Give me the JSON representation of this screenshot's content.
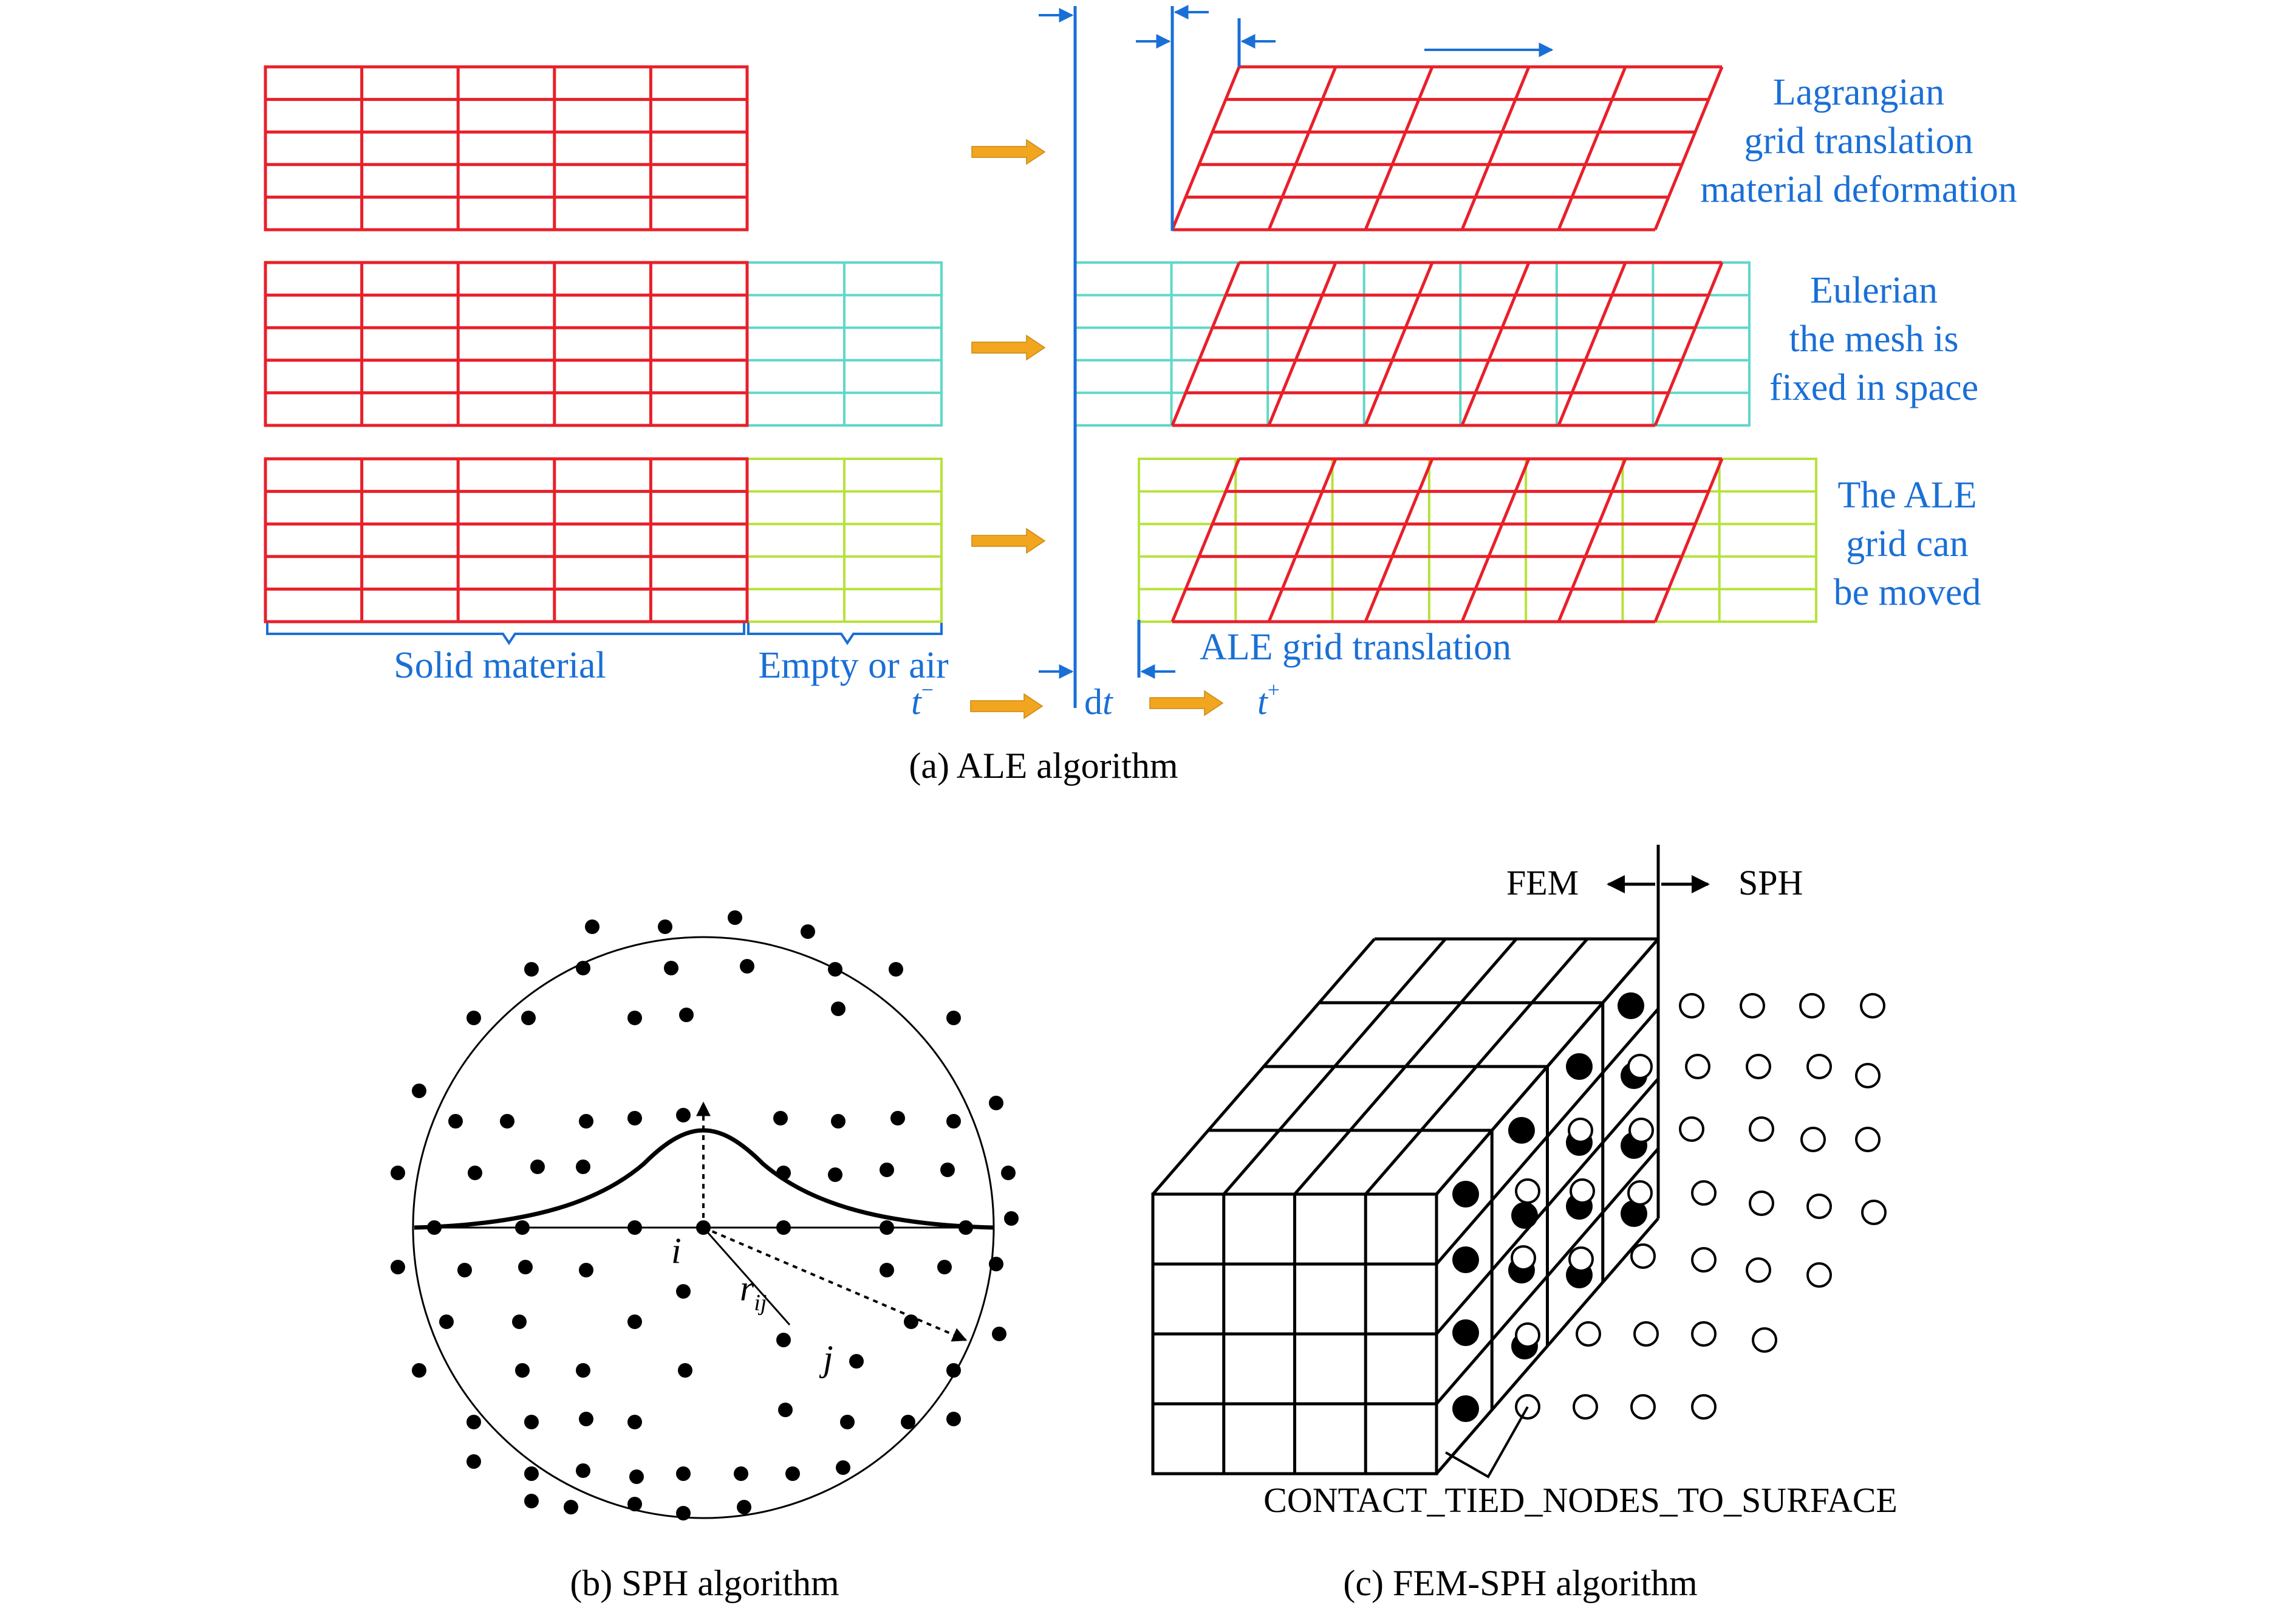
{
  "colors": {
    "solid": "#e8202a",
    "eulerian": "#5fd8c8",
    "ale": "#b6e23c",
    "label": "#1a6fd6",
    "arrow": "#f2a51e",
    "ink": "#000000"
  },
  "ale": {
    "caption": "(a) ALE algorithm",
    "label_solid": "Solid material",
    "label_empty": "Empty or air",
    "t_minus": "t",
    "t_minus_sup": "−",
    "dt_d": "d",
    "dt_t": "t",
    "t_plus": "t",
    "t_plus_sup": "+",
    "ale_translation": "ALE grid translation",
    "lagrangian": [
      "Lagrangian",
      "grid translation",
      "material deformation"
    ],
    "eulerian": [
      "Eulerian",
      "the mesh is",
      "fixed in space"
    ],
    "ale_moved": [
      "The ALE",
      "grid can",
      "be moved"
    ]
  },
  "sph": {
    "caption": "(b) SPH algorithm",
    "i": "i",
    "j": "j",
    "r": "r",
    "r_sub": "ij"
  },
  "fem": {
    "caption": "(c) FEM-SPH algorithm",
    "fem": "FEM",
    "sph": "SPH",
    "contact": "CONTACT_TIED_NODES_TO_SURFACE"
  }
}
